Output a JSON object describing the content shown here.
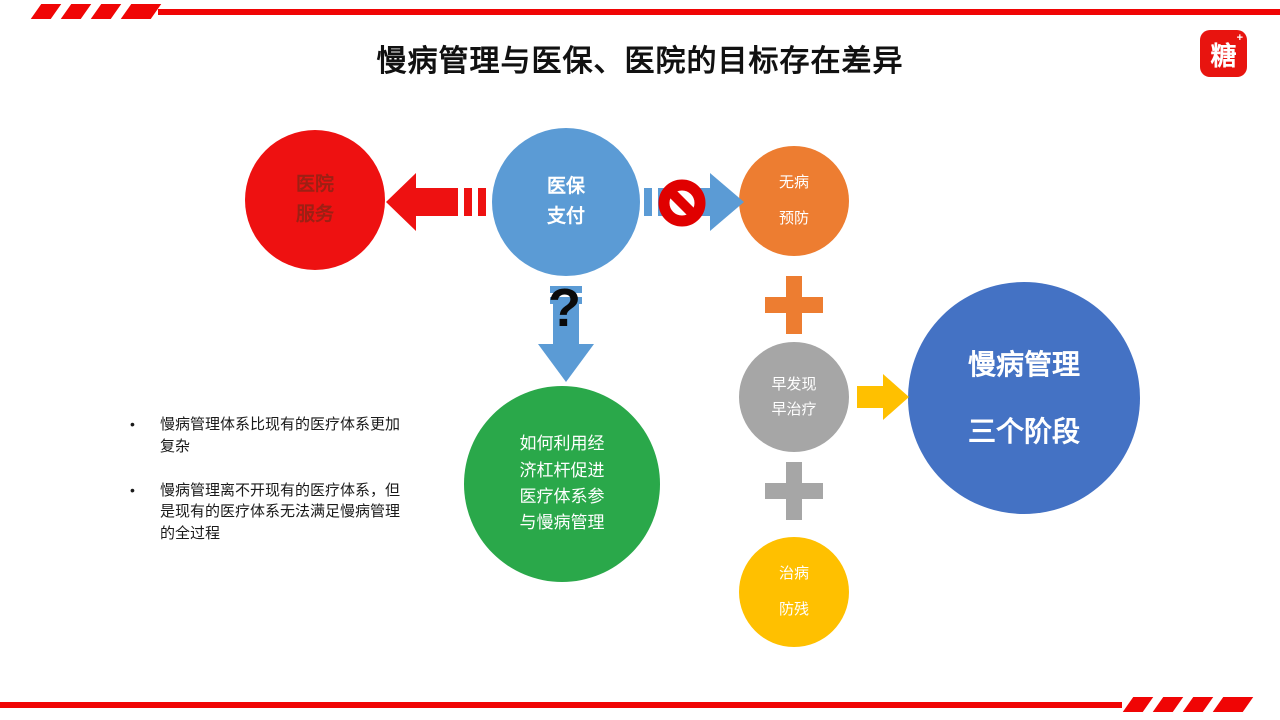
{
  "page": {
    "title": "慢病管理与医保、医院的目标存在差异"
  },
  "logo": {
    "char": "糖",
    "plus": "+"
  },
  "colors": {
    "trim_red": "#f00505",
    "hospital_red": "#ee1111",
    "hospital_text_red": "#9c2014",
    "insurance_blue": "#5b9bd5",
    "prevention_orange": "#ed7d31",
    "lever_green": "#2aa84a",
    "early_gray": "#a6a6a6",
    "treat_gold": "#ffc000",
    "stages_blue": "#4472c4",
    "prohibition_red": "#e00000"
  },
  "diagram": {
    "hospital": {
      "label": "医院\n服务"
    },
    "insurance": {
      "label": "医保\n支付"
    },
    "prevention": {
      "label": "无病\n\n预防"
    },
    "lever": {
      "label": "如何利用经\n济杠杆促进\n医疗体系参\n与慢病管理"
    },
    "early": {
      "label": "早发现\n早治疗"
    },
    "treat": {
      "label": "治病\n\n防残"
    },
    "stages": {
      "label": "慢病管理\n\n三个阶段"
    },
    "question_mark": "?"
  },
  "notes": {
    "marker": "•",
    "items": [
      "慢病管理体系比现有的医疗体系更加复杂",
      "慢病管理离不开现有的医疗体系，但是现有的医疗体系无法满足慢病管理的全过程"
    ]
  }
}
